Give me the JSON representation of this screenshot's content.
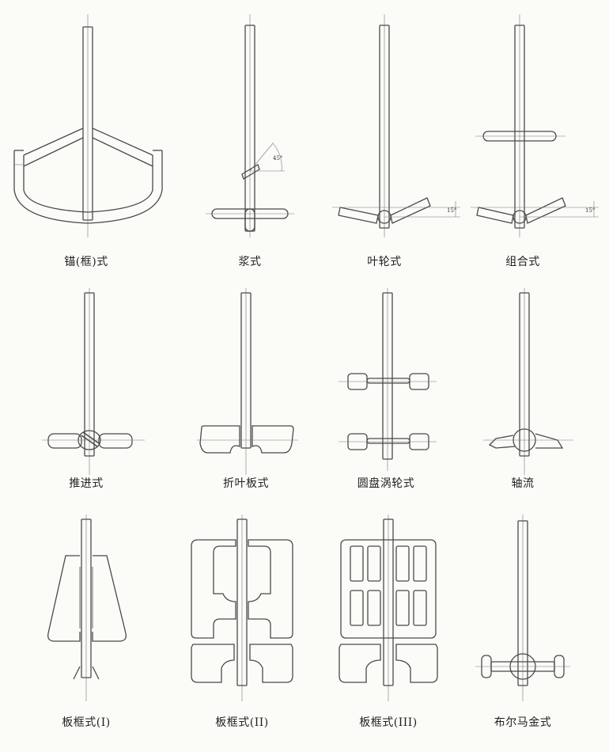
{
  "impellers": [
    {
      "id": "anchor",
      "label": "锚(框)式"
    },
    {
      "id": "paddle",
      "label": "浆式",
      "angle": "45°"
    },
    {
      "id": "impeller",
      "label": "叶轮式",
      "angle": "15°"
    },
    {
      "id": "combined",
      "label": "组合式",
      "angle": "15°"
    },
    {
      "id": "propeller",
      "label": "推进式"
    },
    {
      "id": "pitched-blade",
      "label": "折叶板式"
    },
    {
      "id": "disc-turbine",
      "label": "圆盘涡轮式"
    },
    {
      "id": "axial-flow",
      "label": "轴流"
    },
    {
      "id": "frame-1",
      "label": "板框式(I)"
    },
    {
      "id": "frame-2",
      "label": "板框式(II)"
    },
    {
      "id": "frame-3",
      "label": "板框式(III)"
    },
    {
      "id": "brumagim",
      "label": "布尔马金式"
    }
  ],
  "colors": {
    "line": "#4a4a4a",
    "centerline": "#6a6a6a",
    "background": "#fbfcf8"
  }
}
